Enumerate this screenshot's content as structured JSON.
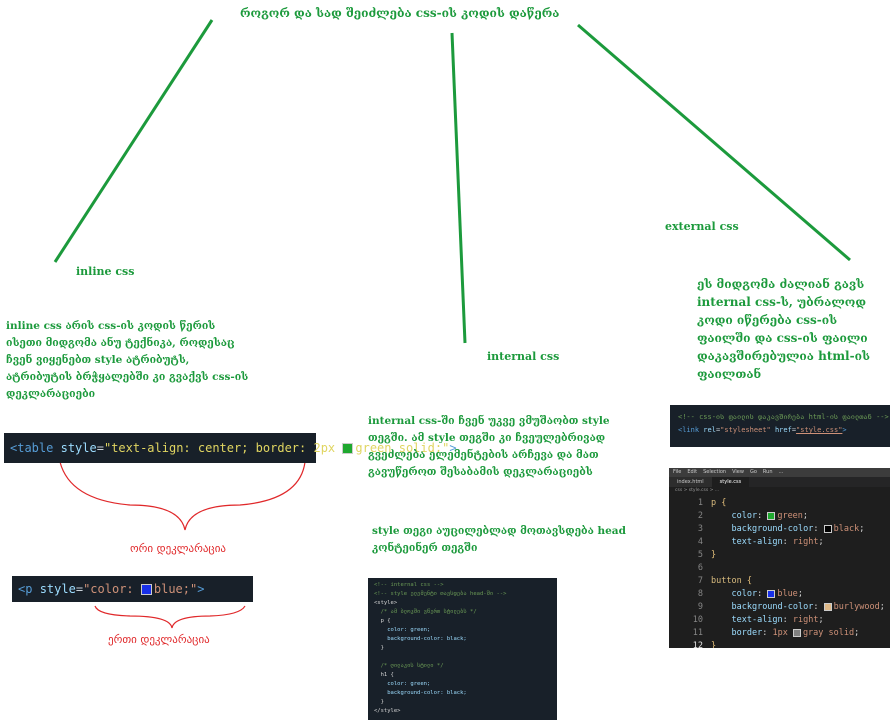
{
  "title": "როგორ და სად შეიძლება css-ის კოდის დაწერა",
  "branches": {
    "inline": {
      "heading": "inline css",
      "description": "inline css არის css-ის კოდის წერის ისეთი მიდგომა ანუ ტექნიკა, როდესაც ჩვენ ვიყენებთ style ატრიბუტს, ატრიბუტის ბრჭყალებში კი გვაქვს css-ის დეკლარაციები",
      "example1": {
        "tag": "table",
        "attr": "style",
        "value_before": "text-align: center; border: 2px ",
        "value_after": "green solid;",
        "swatch_color": "#1fa82f"
      },
      "note1": "ორი დეკლარაცია",
      "example2": {
        "tag": "p",
        "attr": "style",
        "value_before": "color: ",
        "value_after": "blue;",
        "swatch_color": "#1830e8"
      },
      "note2": "ერთი დეკლარაცია"
    },
    "internal": {
      "heading": "internal css",
      "description": "internal css-ში ჩვენ უკვე ვმუშაობთ style თეგში. ამ style თეგში კი ჩვეულებრივად გვეძლება ელემენტების არჩევა და მათ გავუწეროთ შესაბამის დეკლარაციებს",
      "note": "style თეგი აუცილებლად მოთავსდება head კონტეინერ თეგში",
      "code_lines": [
        "<!-- internal css -->",
        "<!-- style ელემენტი თავსდება head-ში -->",
        "<style>",
        "  /* ამ ბლოკში ვწერთ სტილებს */",
        "  p {",
        "    color: green;",
        "    background-color: black;",
        "  }",
        "",
        "  /* ღილაკის სტილი */",
        "  h1 {",
        "    color: green;",
        "    background-color: black;",
        "  }",
        "</style>"
      ]
    },
    "external": {
      "heading": "external css",
      "description": "ეს მიდგომა ძალიან გავს internal css-ს, უბრალოდ კოდი იწერება css-ის ფაილში და css-ის ფაილი დაკავშირებულია html-ის ფაილთან",
      "link_comment": "<!-- css-ის ფაილის დაკავშირება html-ის ფაილთან -->",
      "link_tag": "link",
      "link_rel_attr": "rel",
      "link_rel_val": "\"stylesheet\"",
      "link_href_attr": "href",
      "link_href_val": "\"style.css\"",
      "editor": {
        "menu": [
          "File",
          "Edit",
          "Selection",
          "View",
          "Go",
          "Run",
          "..."
        ],
        "tabs": [
          "index.html",
          "style.css"
        ],
        "breadcrumb": "css > style.css > ...",
        "lines": [
          {
            "n": "1",
            "sel": "p",
            "brace": "{"
          },
          {
            "n": "2",
            "prop": "color",
            "swatch": "#1fa82f",
            "val": "green"
          },
          {
            "n": "3",
            "prop": "background-color",
            "swatch": "#000000",
            "val": "black"
          },
          {
            "n": "4",
            "prop": "text-align",
            "val": "right"
          },
          {
            "n": "5",
            "brace": "}"
          },
          {
            "n": "6"
          },
          {
            "n": "7",
            "sel": "button",
            "brace": "{"
          },
          {
            "n": "8",
            "prop": "color",
            "swatch": "#1830e8",
            "val": "blue"
          },
          {
            "n": "9",
            "prop": "background-color",
            "swatch": "#deb887",
            "val": "burlywood"
          },
          {
            "n": "10",
            "prop": "text-align",
            "val": "right"
          },
          {
            "n": "11",
            "prop": "border",
            "val": "1px",
            "swatch2": "#808080",
            "val2": "gray",
            "val3": "solid"
          },
          {
            "n": "12",
            "brace": "}"
          }
        ]
      }
    }
  },
  "colors": {
    "green": "#1c9a3c",
    "red": "#e0282a",
    "code_bg": "#182029"
  }
}
